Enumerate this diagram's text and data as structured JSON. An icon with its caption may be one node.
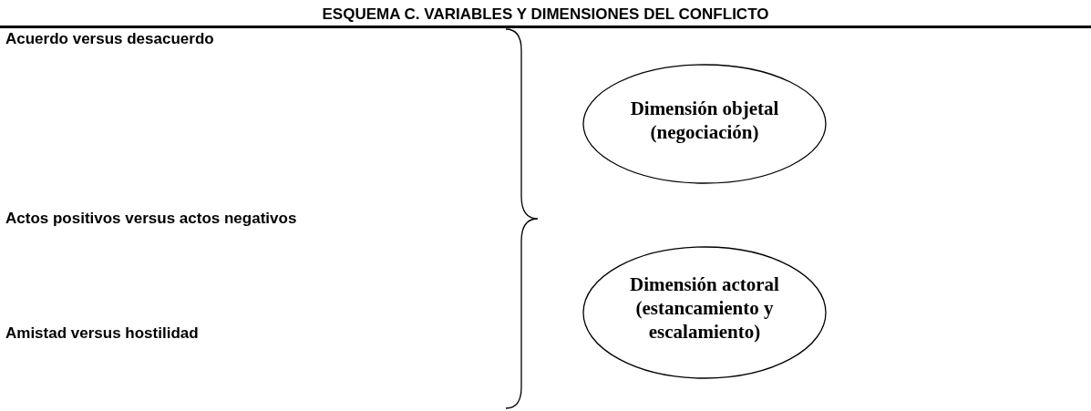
{
  "diagram": {
    "title": "ESQUEMA C. VARIABLES Y DIMENSIONES DEL CONFLICTO",
    "nodes": [
      {
        "text": [
          "Dimensión objetal (negociación)"
        ]
      },
      {
        "text": [
          "Dimensión actoral (estancamiento y escalamiento)"
        ]
      }
    ],
    "labels": [
      "Acuerdo versus desacuerdo",
      "Actos positivos versus actos negativos",
      "Amistad versus hostilidad"
    ]
  }
}
